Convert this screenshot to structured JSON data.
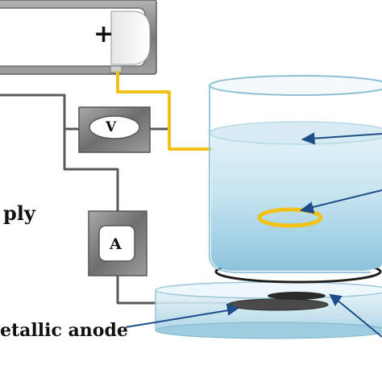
{
  "labels": {
    "positive_terminal": "+",
    "voltmeter": "V",
    "ammeter": "A",
    "power_supply_fragment": "ply",
    "anode_label": "etallic anode"
  },
  "colors": {
    "wire_dark": "#5a5a5a",
    "wire_yellow": "#f2c21a",
    "cathode_ring": "#f2c21a",
    "water_top": "#c6e4f0",
    "water_bottom": "#8cc4dc",
    "meter_frame": "#8a8a8a",
    "power_supply_frame": "#909090",
    "anode_plate": "#4a4a4a"
  }
}
